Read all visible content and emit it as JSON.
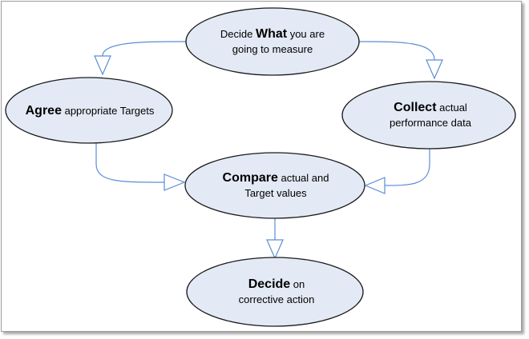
{
  "colors": {
    "node_fill": "#e3eaf5",
    "node_stroke": "#1a1a1a",
    "connector": "#5b8dd6"
  },
  "nodes": {
    "decide_what": {
      "pre": "Decide ",
      "bold": "What",
      "post": " you are going to measure"
    },
    "agree": {
      "bold": "Agree",
      "post": " appropriate Targets"
    },
    "collect": {
      "bold": "Collect",
      "post": " actual performance data"
    },
    "compare": {
      "bold": "Compare",
      "post": " actual and Target values"
    },
    "decide_action": {
      "bold": "Decide",
      "post": " on corrective action"
    }
  }
}
